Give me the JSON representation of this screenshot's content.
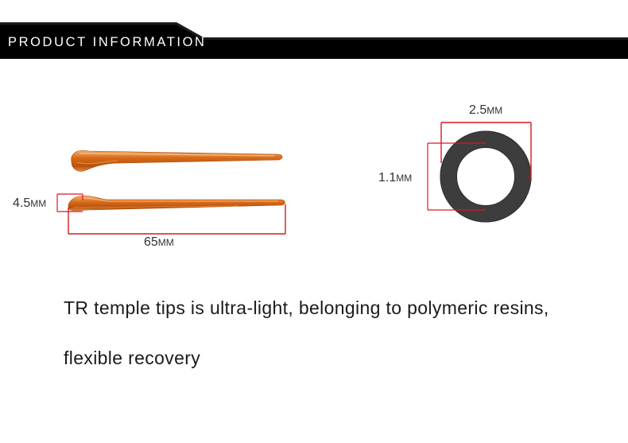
{
  "header": {
    "title": "PRODUCT INFORMATION",
    "bar_color": "#000000",
    "text_color": "#ffffff"
  },
  "dimensions": {
    "tip_height": {
      "value": "4.5",
      "unit": "MM"
    },
    "tip_length": {
      "value": "65",
      "unit": "MM"
    },
    "outer_diameter": {
      "value": "2.5",
      "unit": "MM"
    },
    "inner_diameter": {
      "value": "1.1",
      "unit": "MM"
    }
  },
  "description": {
    "line1": "TR temple tips is ultra-light, belonging to polymeric resins,",
    "line2": "flexible recovery"
  },
  "colors": {
    "tip": "#c95a0e",
    "tip_highlight": "#f0a15c",
    "ring": "#3d3d3d",
    "dimension_line": "#d9191f"
  }
}
